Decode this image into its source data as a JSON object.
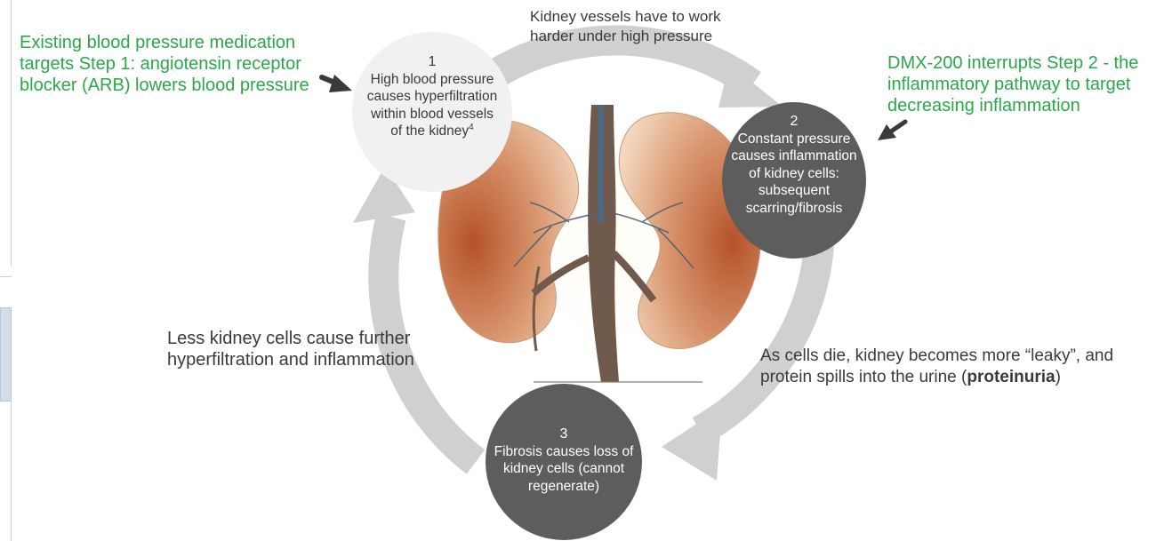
{
  "top_arrow_text": "Kidney vessels have to work harder under high pressure",
  "left_note": "Existing blood pressure medication targets Step 1: angiotensin receptor blocker (ARB) lowers blood pressure",
  "right_note": "DMX-200 interrupts Step 2 - the inflammatory pathway to target decreasing inflammation",
  "left_arrow_text": "Less kidney cells cause further hyperfiltration and inflammation",
  "right_arrow_text_before": "As cells die, kidney becomes more “leaky”, and protein spills into the urine (",
  "right_arrow_bold": "proteinuria",
  "right_arrow_text_after": ")",
  "steps": [
    {
      "number": "1",
      "text": "High blood pressure causes hyperfiltration within blood vessels of the kidney",
      "superscript": "4"
    },
    {
      "number": "2",
      "text": "Constant pressure causes inflammation of kidney cells: subsequent scarring/fibrosis"
    },
    {
      "number": "3",
      "text": "Fibrosis causes loss of kidney cells (cannot regenerate)"
    }
  ],
  "colors": {
    "green": "#2aa84a",
    "cycle_arrow": "#d0d0d0",
    "step_light": "#f1f1f1",
    "step_dark": "#5d5d5d",
    "text": "#3a3a3a"
  },
  "icons": [
    "pointer-arrow-icon",
    "kidney-illustration"
  ]
}
